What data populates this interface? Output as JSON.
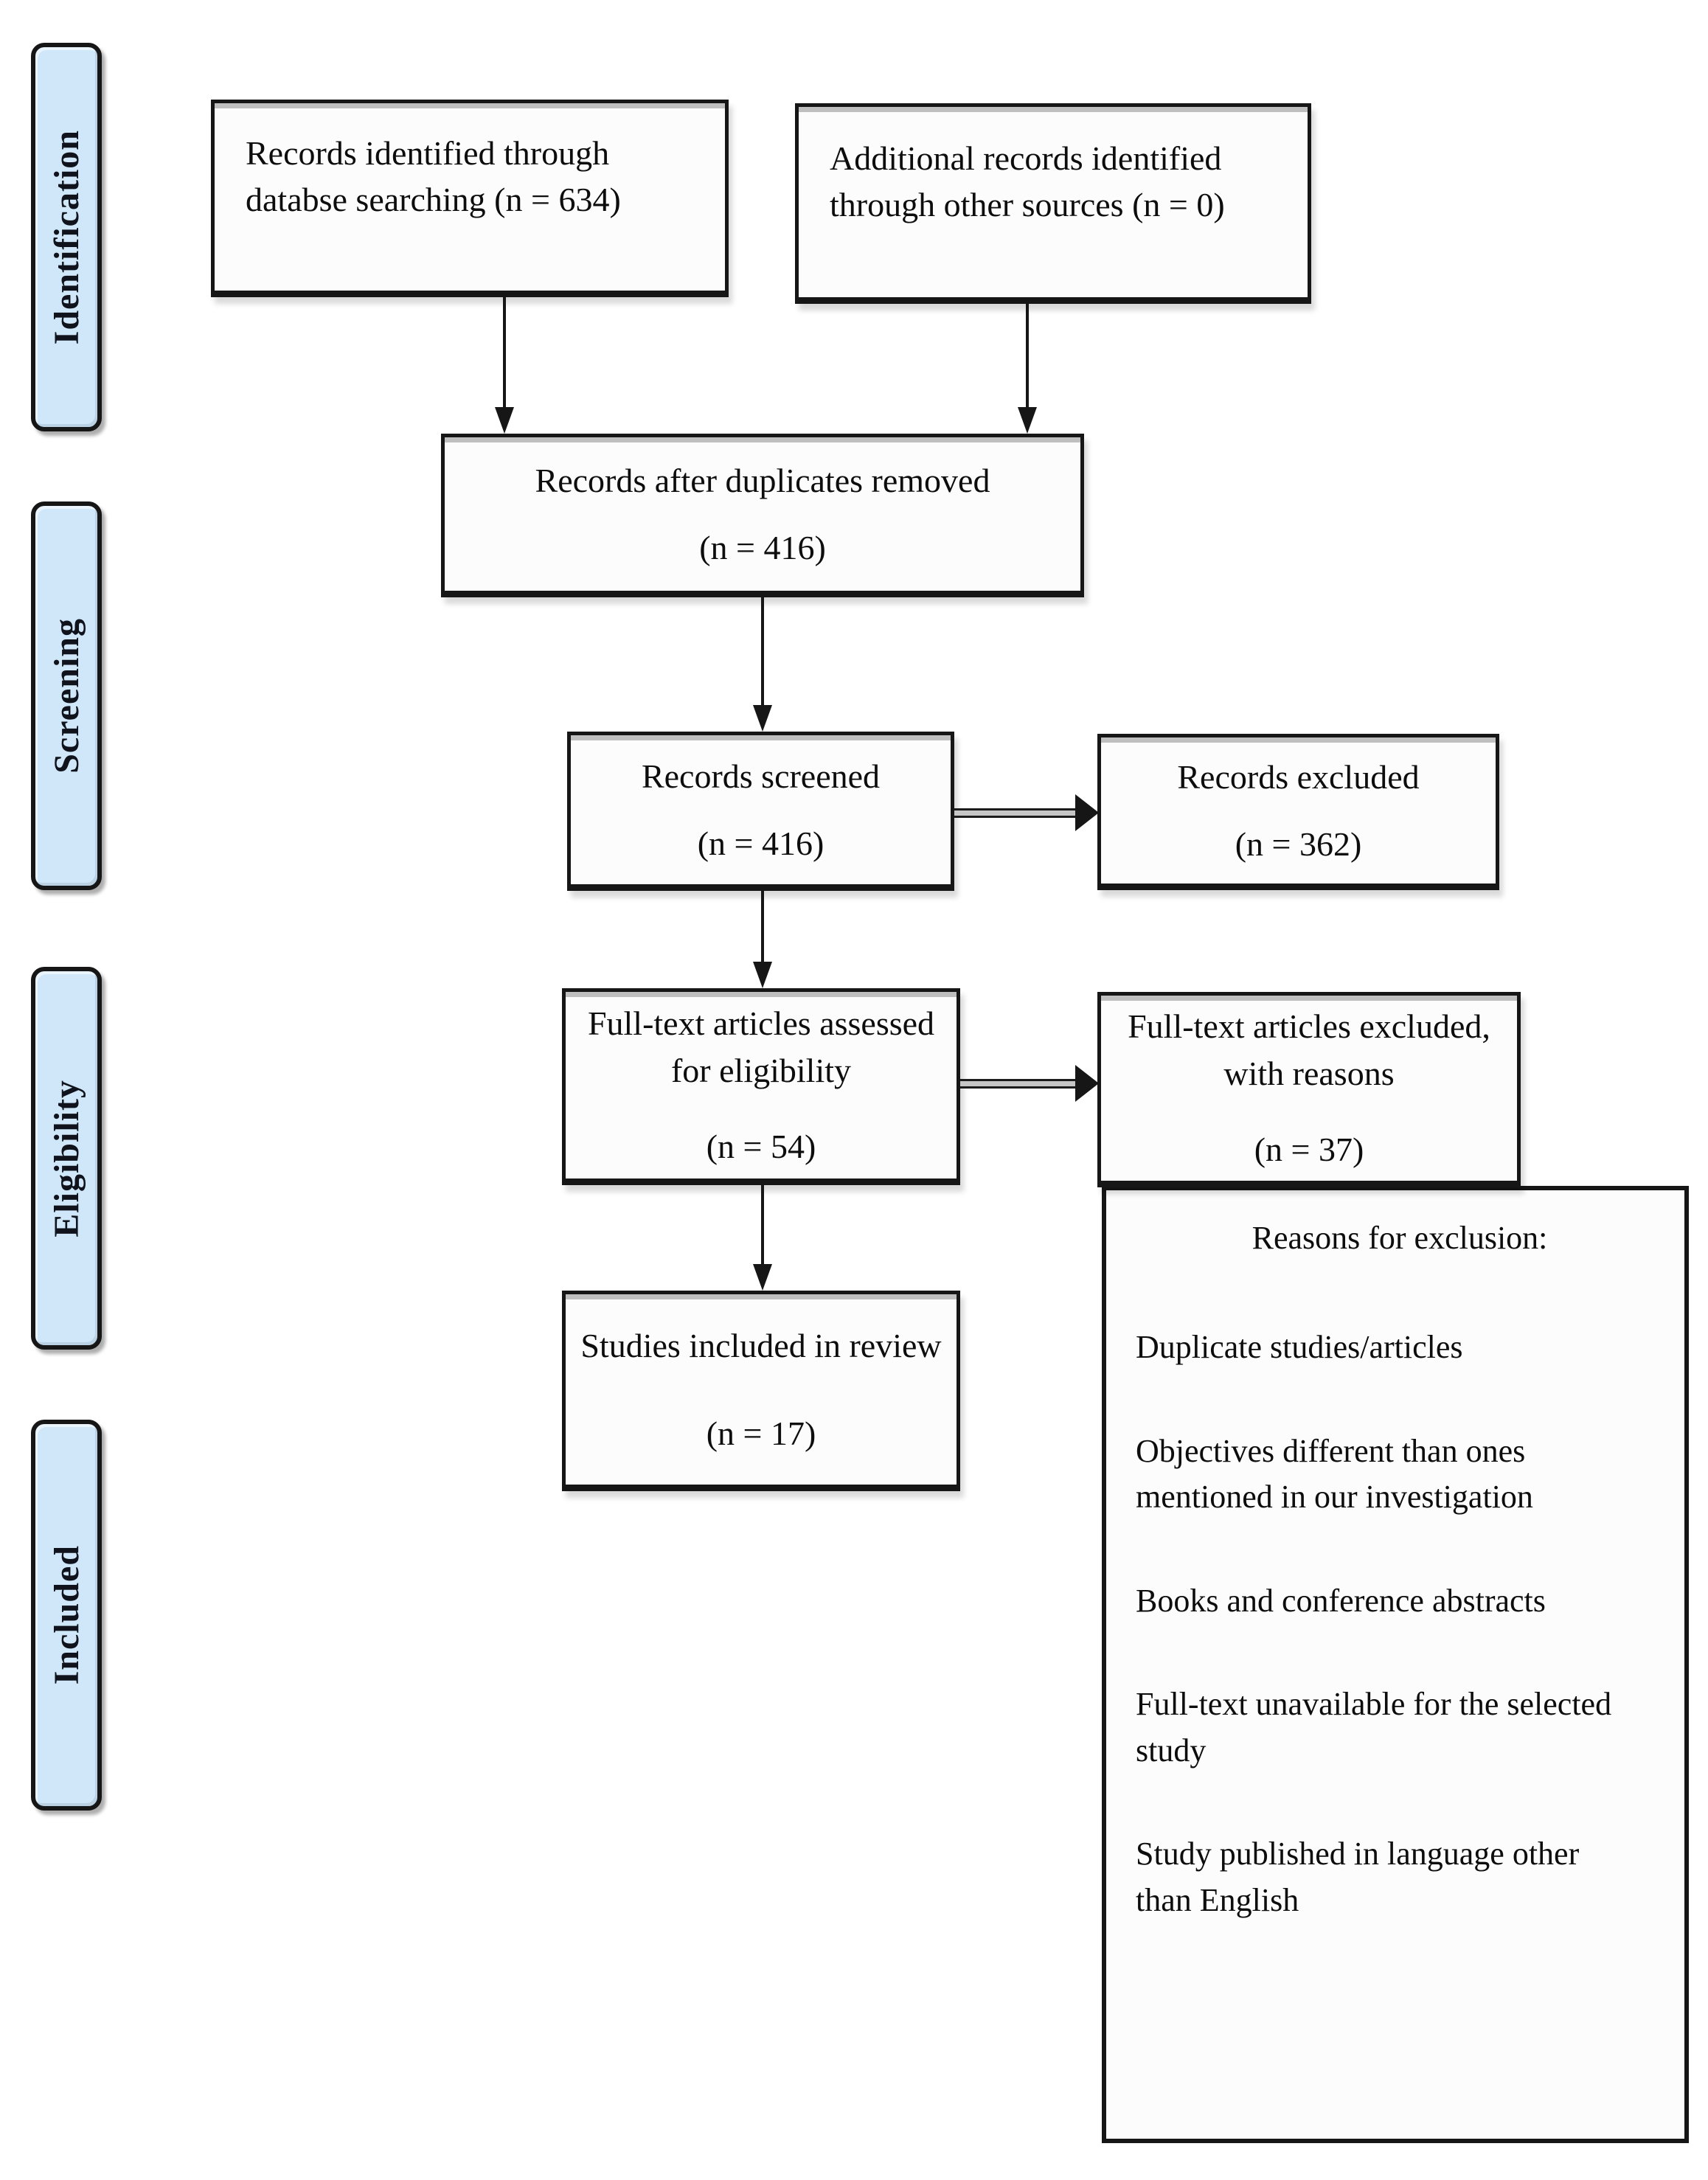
{
  "colors": {
    "stage_fill": "#cfe7f8",
    "line": "#161616",
    "background": "#ffffff"
  },
  "sidebar": {
    "stages": [
      {
        "label": "Identification"
      },
      {
        "label": "Screening"
      },
      {
        "label": "Eligibility"
      },
      {
        "label": "Included"
      }
    ]
  },
  "boxes": {
    "records_identified": {
      "text": "Records identified through\ndatabse searching (n = 634)"
    },
    "additional_records": {
      "text": "Additional records identified\nthrough other sources (n = 0)"
    },
    "duplicates_removed": {
      "title": "Records after duplicates removed",
      "count": "(n = 416)"
    },
    "records_screened": {
      "title": "Records screened",
      "count": "(n = 416)"
    },
    "records_excluded": {
      "title": "Records excluded",
      "count": "(n = 362)"
    },
    "fulltext_assessed": {
      "title": "Full-text articles assessed\nfor eligibility",
      "count": "(n = 54)"
    },
    "fulltext_excluded": {
      "title": "Full-text articles excluded,\nwith reasons",
      "count": "(n = 37)"
    },
    "studies_included": {
      "title": "Studies included in review",
      "count": "(n = 17)"
    },
    "exclusion_reasons": {
      "title": "Reasons for exclusion:",
      "items": [
        "Duplicate studies/articles",
        "Objectives different than ones\nmentioned in our investigation",
        "Books and conference abstracts",
        "Full-text unavailable for the selected\nstudy",
        "Study published in language other\nthan English"
      ]
    }
  }
}
